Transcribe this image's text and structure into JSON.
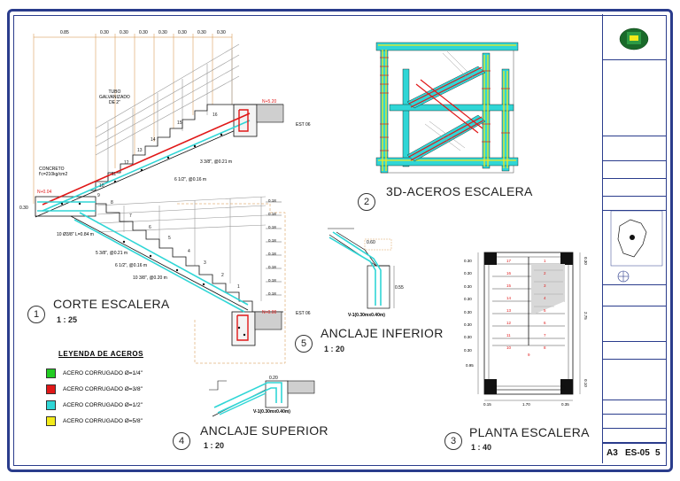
{
  "views": {
    "corte": {
      "title": "CORTE ESCALERA",
      "scale": "1 : 25",
      "number": "1"
    },
    "acero3d": {
      "title": "3D-ACEROS ESCALERA",
      "number": "2"
    },
    "planta": {
      "title": "PLANTA ESCALERA",
      "scale": "1 : 40",
      "number": "3"
    },
    "superior": {
      "title": "ANCLAJE SUPERIOR",
      "scale": "1 : 20",
      "number": "4",
      "beam": "V-1(0.30mx0.40m)"
    },
    "inferior": {
      "title": "ANCLAJE INFERIOR",
      "scale": "1 : 20",
      "number": "5",
      "beam": "V-1(0.30mx0.40m)"
    }
  },
  "legend": {
    "title": "LEYENDA DE ACEROS",
    "items": [
      {
        "label": "ACERO CORRUGADO Ø=1/4\"",
        "color": "#22cc22"
      },
      {
        "label": "ACERO CORRUGADO Ø=3/8\"",
        "color": "#e01818"
      },
      {
        "label": "ACERO CORRUGADO Ø=1/2\"",
        "color": "#30d6d6"
      },
      {
        "label": "ACERO CORRUGADO Ø=5/8\"",
        "color": "#f2ea1a"
      }
    ]
  },
  "annotations": {
    "top_dims": [
      "0.85",
      "0.30",
      "0.30",
      "0.30",
      "0.30",
      "0.30",
      "0.30",
      "0.30"
    ],
    "tubo": "TUBO\nGALVANIZADO\nDE 2\"",
    "concreto": "CONCRETO\nf'c=210kg/cm2",
    "n_top": "N+5.20",
    "n_bottom": "N+0.04",
    "n_mid": "N+0.00",
    "rebar_1": "3 3/8\", @0.21 m",
    "rebar_2": "6 1/2\", @0.16 m",
    "rebar_3": "10 Ø3/8\" L=0.84 m",
    "rebar_4": "5 3/8\", @0.21 m",
    "rebar_5": "6 1/2\", @0.16 m",
    "rebar_6": "10 3/8\", @0.20 m",
    "est_top": "EST 06",
    "est_bottom": "EST 06",
    "dim_030": "0.30",
    "riser": "0.18",
    "anc_060": "0.60",
    "anc_055": "0.55",
    "anc_020": "0.20"
  },
  "planta": {
    "left_dims": [
      "0.30",
      "0.30",
      "0.30",
      "0.30",
      "0.30",
      "0.30",
      "0.30",
      "0.30"
    ],
    "right_dims": [
      "0.30",
      "2.75",
      "0.10"
    ],
    "bottom_dims": [
      "0.15",
      "1.70",
      "0.35"
    ],
    "steps_left": [
      "17",
      "16",
      "15",
      "14",
      "13",
      "12",
      "11",
      "10"
    ],
    "steps_right": [
      "1",
      "2",
      "3",
      "4",
      "5",
      "6",
      "7",
      "8"
    ],
    "landing": "9",
    "side_dim": "0.95"
  },
  "titleblock": {
    "sheet_size": "A3",
    "sheet_code": "ES-05",
    "fraction": "5"
  }
}
